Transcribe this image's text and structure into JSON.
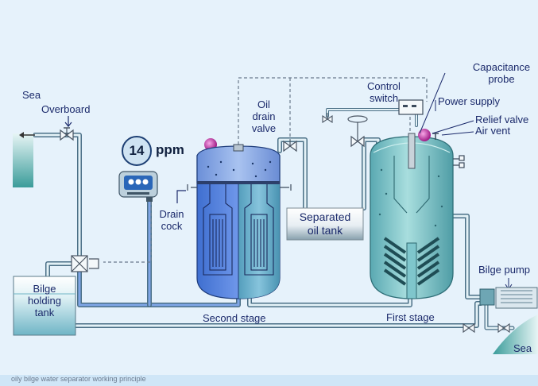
{
  "labels": {
    "sea_top": "Sea",
    "overboard": "Overboard",
    "ppm_value": "14",
    "ppm_unit": "ppm",
    "oil_drain_valve": [
      "Oil",
      "drain",
      "valve"
    ],
    "control_switch": [
      "Control",
      "switch"
    ],
    "capacitance_probe": [
      "Capacitance",
      "probe"
    ],
    "power_supply": "Power supply",
    "relief_valve": "Relief valve",
    "air_vent": "Air vent",
    "drain_cock": [
      "Drain",
      "cock"
    ],
    "separated_oil_tank": [
      "Separated",
      "oil tank"
    ],
    "bilge_holding_tank": [
      "Bilge",
      "holding",
      "tank"
    ],
    "second_stage": "Second stage",
    "first_stage": "First stage",
    "bilge_pump": "Bilge pump",
    "sea_bottom": "Sea"
  },
  "footer_text": "oily bilge water separator working principle"
}
